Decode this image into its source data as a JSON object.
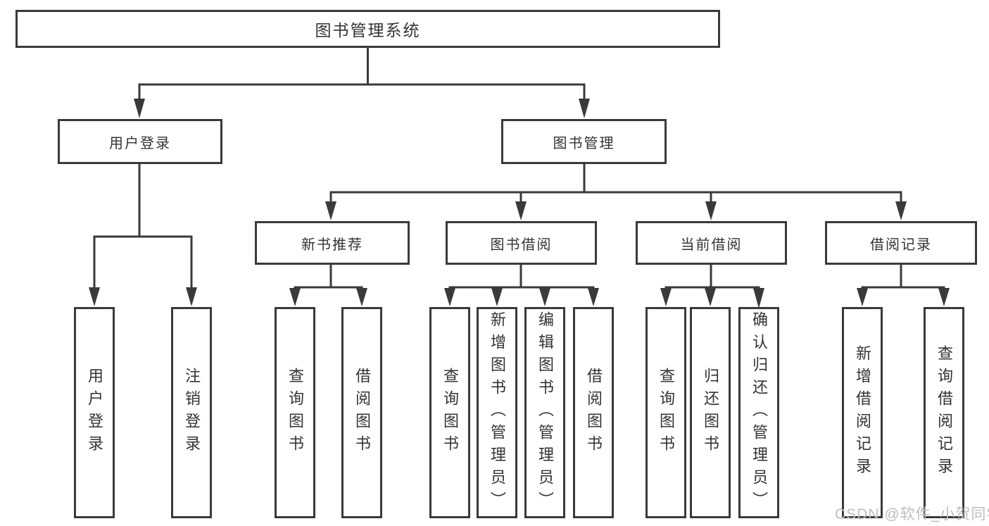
{
  "diagram": {
    "title_node": {
      "label": "图书管理系统"
    },
    "level2": [
      {
        "id": "user-login",
        "label": "用户登录"
      },
      {
        "id": "book-management",
        "label": "图书管理"
      }
    ],
    "level3": [
      {
        "id": "new-book-recommend",
        "parent": "图书管理",
        "label": "新书推荐"
      },
      {
        "id": "book-borrowing",
        "parent": "图书管理",
        "label": "图书借阅"
      },
      {
        "id": "current-borrowing",
        "parent": "图书管理",
        "label": "当前借阅"
      },
      {
        "id": "borrowing-records",
        "parent": "图书管理",
        "label": "借阅记录"
      }
    ],
    "leaves": [
      {
        "parent": "用户登录",
        "label": "用户登录"
      },
      {
        "parent": "用户登录",
        "label": "注销登录"
      },
      {
        "parent": "新书推荐",
        "label": "查询图书"
      },
      {
        "parent": "新书推荐",
        "label": "借阅图书"
      },
      {
        "parent": "图书借阅",
        "label": "查询图书"
      },
      {
        "parent": "图书借阅",
        "label": "新增图书（管理员）"
      },
      {
        "parent": "图书借阅",
        "label": "编辑图书（管理员）"
      },
      {
        "parent": "图书借阅",
        "label": "借阅图书"
      },
      {
        "parent": "当前借阅",
        "label": "查询图书"
      },
      {
        "parent": "当前借阅",
        "label": "归还图书"
      },
      {
        "parent": "当前借阅",
        "label": "确认归还（管理员）"
      },
      {
        "parent": "借阅记录",
        "label": "新增借阅记录"
      },
      {
        "parent": "借阅记录",
        "label": "查询借阅记录"
      }
    ]
  },
  "watermark": {
    "text": "CSDN @软件_小贺同学"
  },
  "colors": {
    "line": "#3a3a3a",
    "text": "#333333",
    "background": "#ffffff",
    "watermark": "#c2bcbc"
  }
}
